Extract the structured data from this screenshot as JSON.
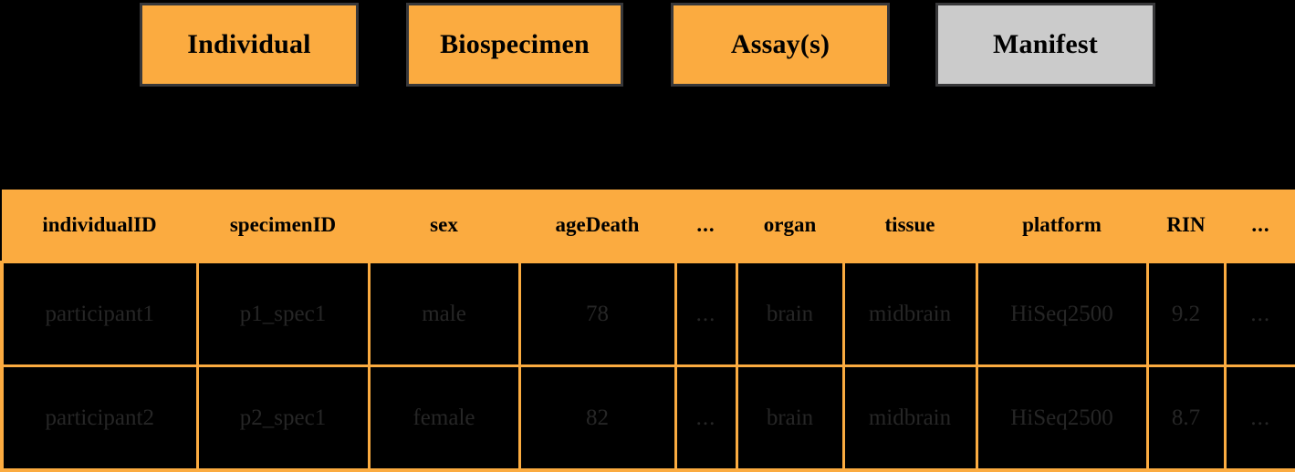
{
  "entities": {
    "boxes": [
      {
        "label": "Individual",
        "style": "accent"
      },
      {
        "label": "Biospecimen",
        "style": "accent"
      },
      {
        "label": "Assay(s)",
        "style": "accent"
      },
      {
        "label": "Manifest",
        "style": "neutral"
      }
    ]
  },
  "table": {
    "columns": [
      "individualID",
      "specimenID",
      "sex",
      "ageDeath",
      "...",
      "organ",
      "tissue",
      "platform",
      "RIN",
      "..."
    ],
    "rows": [
      [
        "participant1",
        "p1_spec1",
        "male",
        "78",
        "...",
        "brain",
        "midbrain",
        "HiSeq2500",
        "9.2",
        "..."
      ],
      [
        "participant2",
        "p2_spec1",
        "female",
        "82",
        "...",
        "brain",
        "midbrain",
        "HiSeq2500",
        "8.7",
        "..."
      ]
    ]
  },
  "colors": {
    "accent": "#fbab40",
    "neutral": "#cbcbcb",
    "background": "#000000",
    "box_border": "#38383a",
    "header_text": "#000000",
    "body_text": "#262626"
  }
}
